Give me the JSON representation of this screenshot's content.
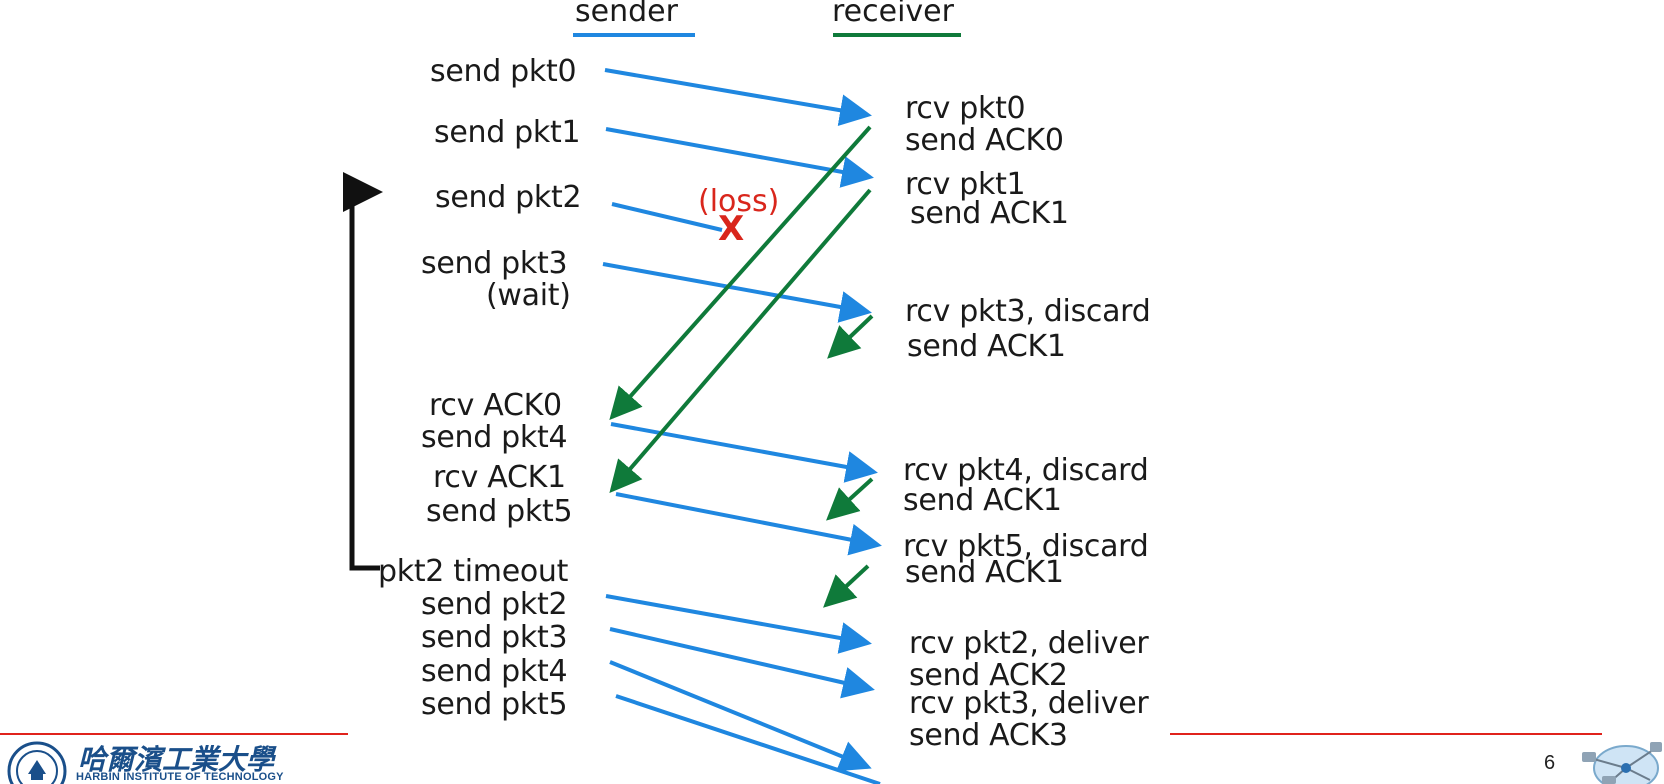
{
  "header": {
    "sender": "sender",
    "receiver": "receiver",
    "sender_color": "#1f87e0",
    "receiver_color": "#0f7a3a"
  },
  "sender_labels": {
    "send_pkt0": "send pkt0",
    "send_pkt1": "send pkt1",
    "send_pkt2": "send pkt2",
    "send_pkt3": "send pkt3",
    "wait": "(wait)",
    "rcv_ack0": "rcv ACK0",
    "send_pkt4": "send pkt4",
    "rcv_ack1": "rcv ACK1",
    "send_pkt5": "send pkt5",
    "pkt2_timeout": "pkt2 timeout",
    "resend_pkt2": "send pkt2",
    "resend_pkt3": "send pkt3",
    "resend_pkt4": "send pkt4",
    "resend_pkt5": "send pkt5"
  },
  "receiver_labels": {
    "rcv_pkt0": "rcv pkt0",
    "send_ack0": "send ACK0",
    "rcv_pkt1": "rcv pkt1",
    "send_ack1_a": "send ACK1",
    "rcv_pkt3_discard": "rcv pkt3, discard",
    "send_ack1_b": "send ACK1",
    "rcv_pkt4_discard": "rcv pkt4, discard",
    "send_ack1_c": "send ACK1",
    "rcv_pkt5_discard": "rcv pkt5, discard",
    "send_ack1_d": "send ACK1",
    "rcv_pkt2_deliver": "rcv pkt2, deliver",
    "send_ack2": "send ACK2",
    "rcv_pkt3_deliver": "rcv pkt3, deliver",
    "send_ack3": "send ACK3"
  },
  "loss": {
    "label": "(loss)",
    "mark": "X",
    "color": "#d9261c"
  },
  "footer": {
    "logo_cn": "哈爾濱工業大學",
    "logo_en": "HARBIN INSTITUTE OF TECHNOLOGY",
    "page_number": "6",
    "rule_color": "#e0231c"
  },
  "colors": {
    "data_arrow": "#1f87e0",
    "ack_arrow": "#0f7a3a",
    "timer": "#111111"
  }
}
